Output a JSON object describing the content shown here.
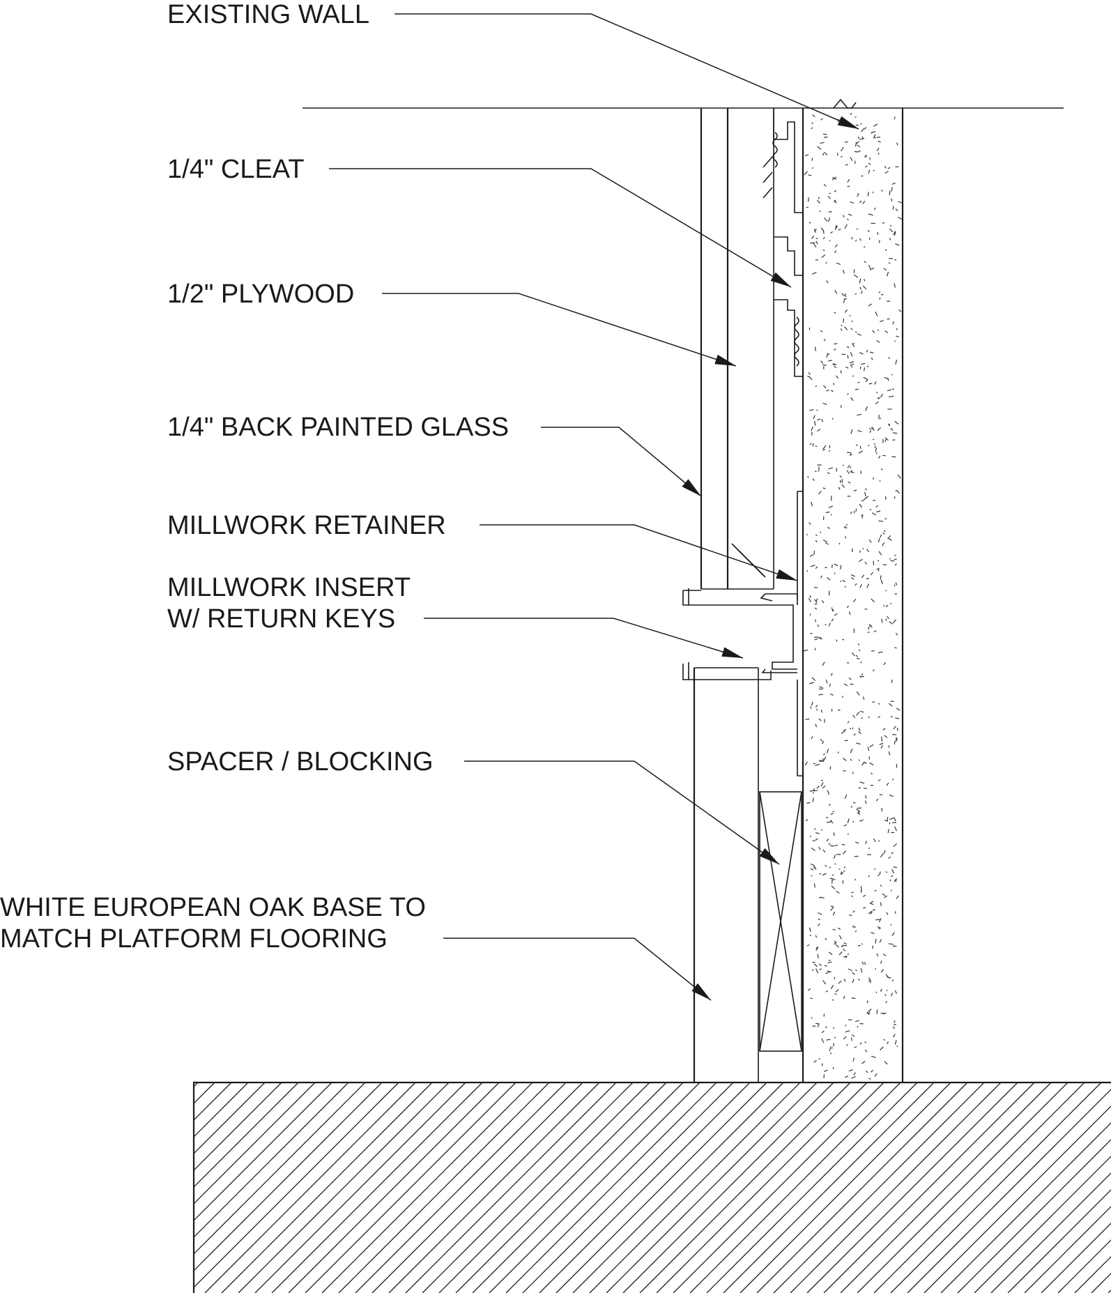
{
  "labels": {
    "existing_wall": "EXISTING WALL",
    "cleat": "1/4\" CLEAT",
    "plywood": "1/2\" PLYWOOD",
    "glass": "1/4\" BACK PAINTED GLASS",
    "retainer": "MILLWORK RETAINER",
    "insert_line1": "MILLWORK INSERT",
    "insert_line2": "W/ RETURN KEYS",
    "spacer": "SPACER / BLOCKING",
    "oak_line1": "WHITE EUROPEAN OAK BASE TO",
    "oak_line2": "MATCH PLATFORM FLOORING"
  },
  "colors": {
    "line": "#1a1a1a",
    "background": "#ffffff"
  }
}
